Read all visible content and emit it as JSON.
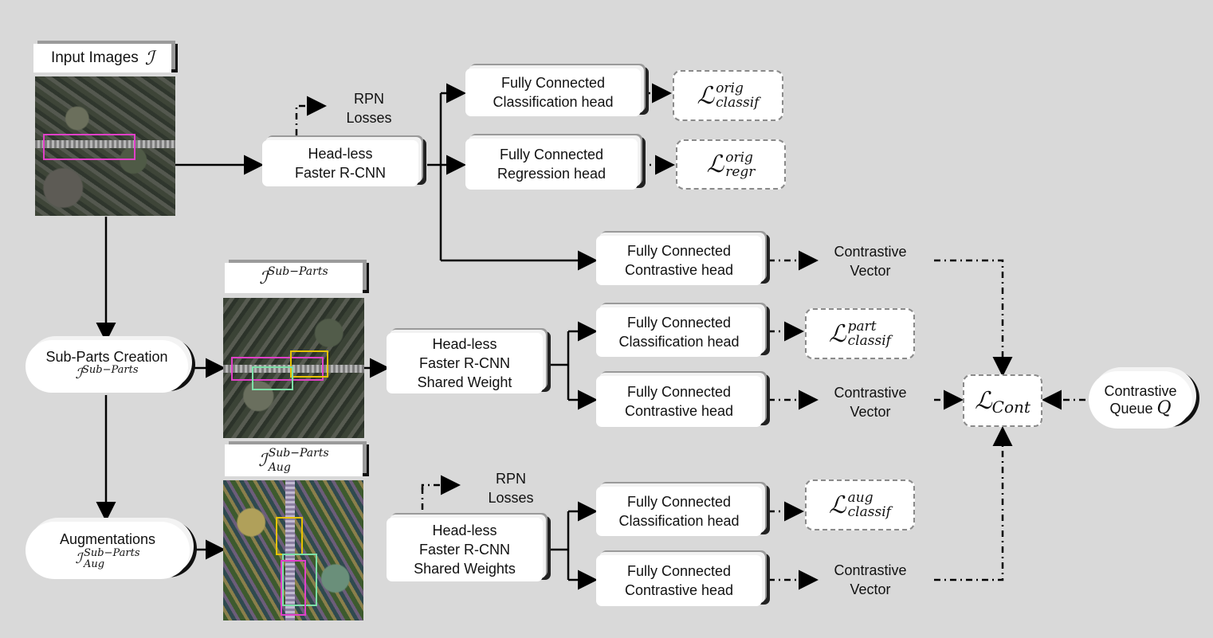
{
  "input_images": {
    "label": "Input Images",
    "symbol": "ℐ"
  },
  "subparts_image": {
    "symbol": "ℐ",
    "sup": "Sub−Parts"
  },
  "aug_image": {
    "symbol": "ℐ",
    "sup": "Sub−Parts",
    "sub": "Aug"
  },
  "rpn_top": "RPN\nLosses",
  "rpn_bottom": "RPN\nLosses",
  "headless_top": {
    "line1": "Head-less",
    "line2": "Faster R-CNN"
  },
  "headless_mid": {
    "line1": "Head-less",
    "line2": "Faster R-CNN",
    "line3": "Shared Weight"
  },
  "headless_bot": {
    "line1": "Head-less",
    "line2": "Faster R-CNN",
    "line3": "Shared Weights"
  },
  "fc_class_top": {
    "line1": "Fully Connected",
    "line2": "Classification head"
  },
  "fc_regr_top": {
    "line1": "Fully Connected",
    "line2": "Regression head"
  },
  "fc_cont_top": {
    "line1": "Fully Connected",
    "line2": "Contrastive head"
  },
  "fc_class_mid": {
    "line1": "Fully Connected",
    "line2": "Classification head"
  },
  "fc_cont_mid": {
    "line1": "Fully Connected",
    "line2": "Contrastive head"
  },
  "fc_class_bot": {
    "line1": "Fully Connected",
    "line2": "Classification head"
  },
  "fc_cont_bot": {
    "line1": "Fully Connected",
    "line2": "Contrastive head"
  },
  "vec_top": {
    "line1": "Contrastive",
    "line2": "Vector"
  },
  "vec_mid": {
    "line1": "Contrastive",
    "line2": "Vector"
  },
  "vec_bot": {
    "line1": "Contrastive",
    "line2": "Vector"
  },
  "subparts_creation": {
    "label": "Sub-Parts Creation",
    "symbol": "ℐ",
    "sup": "Sub−Parts"
  },
  "augmentations": {
    "label": "Augmentations",
    "symbol": "ℐ",
    "sup": "Sub−Parts",
    "sub": "Aug"
  },
  "contrastive_queue": {
    "line1": "Contrastive",
    "line2": "Queue",
    "symbol": "Q"
  },
  "loss_orig_classif": {
    "symbol": "ℒ",
    "sup": "orig",
    "sub": "classif"
  },
  "loss_orig_regr": {
    "symbol": "ℒ",
    "sup": "orig",
    "sub": "regr"
  },
  "loss_part_classif": {
    "symbol": "ℒ",
    "sup": "part",
    "sub": "classif"
  },
  "loss_aug_classif": {
    "symbol": "ℒ",
    "sup": "aug",
    "sub": "classif"
  },
  "loss_cont": {
    "symbol": "ℒ",
    "sub": "Cont"
  },
  "colors": {
    "magenta": "#e040c8",
    "yellow": "#e6c200",
    "green": "#7de0a8",
    "background": "#d9d9d9"
  }
}
